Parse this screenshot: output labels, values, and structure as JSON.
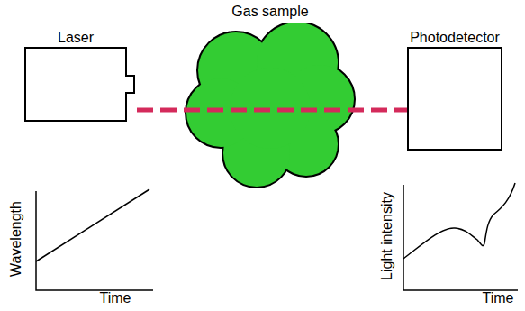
{
  "diagram": {
    "nodes": [
      {
        "text": [
          "Laser"
        ]
      },
      {
        "text": [
          "Gas sample"
        ]
      },
      {
        "text": [
          "Photodetector"
        ]
      }
    ],
    "edges": [
      {
        "from": 0,
        "to": 2,
        "arrow": "none"
      }
    ],
    "labels": [
      "Wavelength",
      "Time",
      "Light intensity",
      "Time"
    ]
  }
}
